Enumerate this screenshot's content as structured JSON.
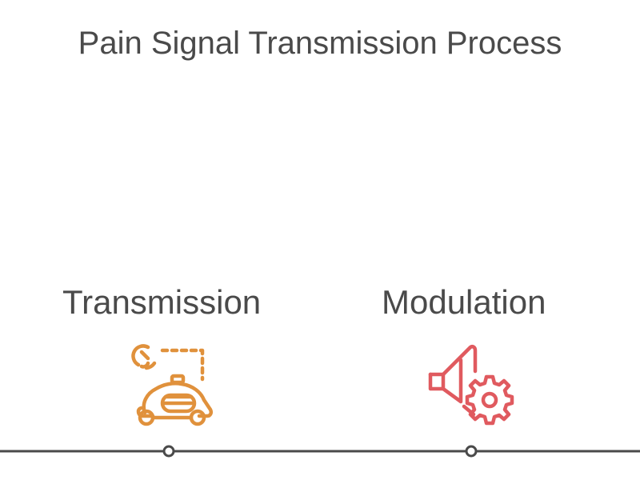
{
  "title": "Pain Signal Transmission Process",
  "stages": [
    {
      "label": "Transmission",
      "icon": "autonomous-car-signal-icon",
      "color": "#e0913c"
    },
    {
      "label": "Modulation",
      "icon": "speaker-settings-icon",
      "color": "#e05a5f"
    }
  ],
  "timeline_color": "#4a4a4a"
}
